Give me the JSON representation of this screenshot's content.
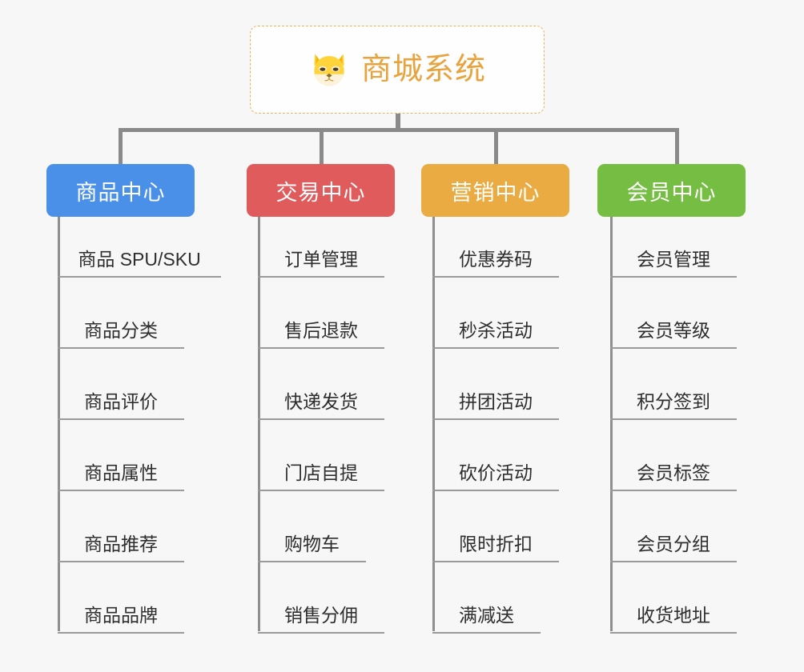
{
  "diagram": {
    "type": "org-chart",
    "title": "商城系统",
    "page_background": "#f7f7f7",
    "connector_color": "#8a8a8a",
    "root": {
      "label": "商城系统",
      "icon": "shiba-dog-emoji",
      "text_color": "#e8a33d",
      "border_color": "#e8b45a",
      "background": "#fefefe"
    },
    "branches": [
      {
        "label": "商品中心",
        "color": "#4a90e8",
        "items": [
          "商品 SPU/SKU",
          "商品分类",
          "商品评价",
          "商品属性",
          "商品推荐",
          "商品品牌"
        ]
      },
      {
        "label": "交易中心",
        "color": "#e05b5b",
        "items": [
          "订单管理",
          "售后退款",
          "快递发货",
          "门店自提",
          "购物车",
          "销售分佣"
        ]
      },
      {
        "label": "营销中心",
        "color": "#eaac42",
        "items": [
          "优惠券码",
          "秒杀活动",
          "拼团活动",
          "砍价活动",
          "限时折扣",
          "满减送"
        ]
      },
      {
        "label": "会员中心",
        "color": "#76bd43",
        "items": [
          "会员管理",
          "会员等级",
          "积分签到",
          "会员标签",
          "会员分组",
          "收货地址"
        ]
      }
    ]
  }
}
